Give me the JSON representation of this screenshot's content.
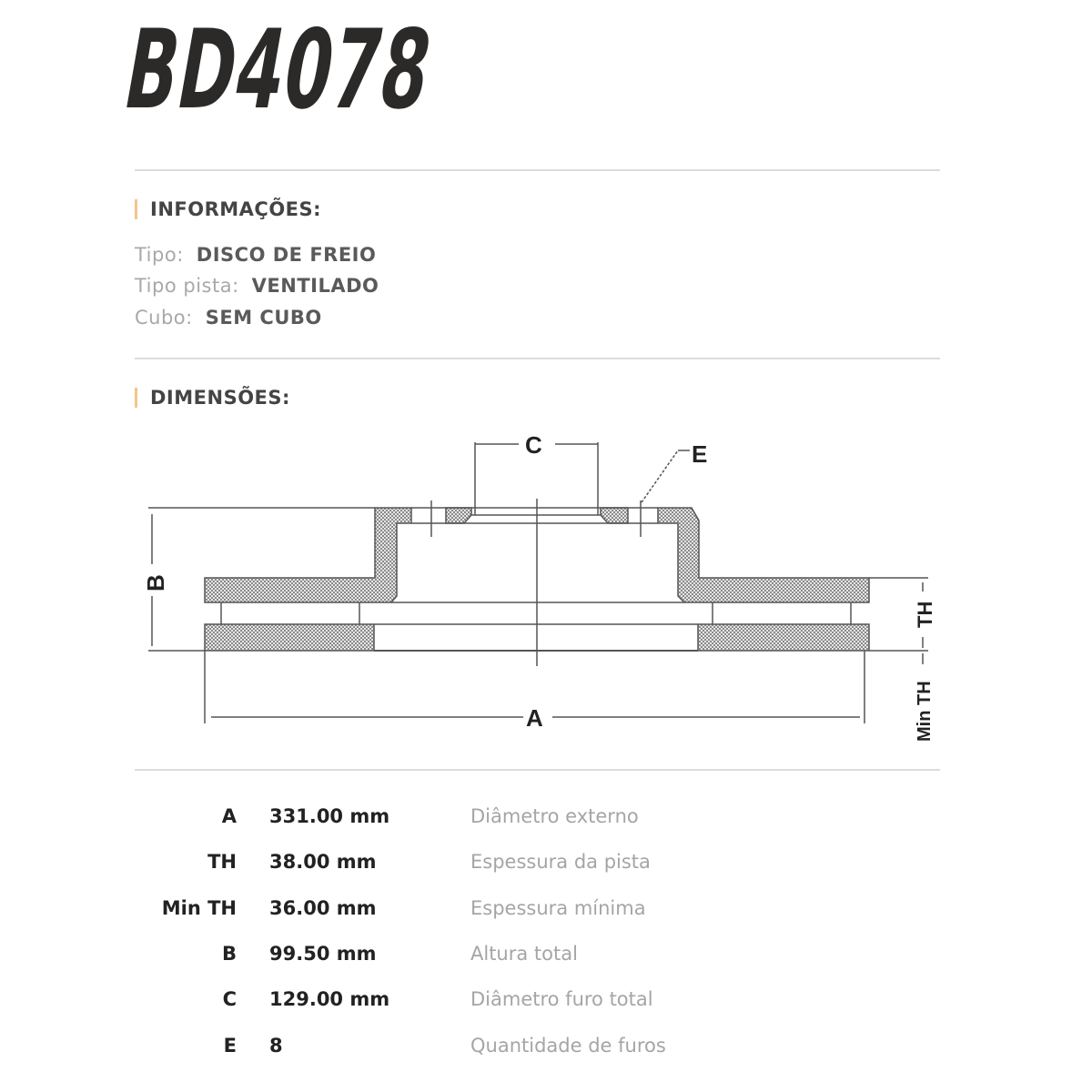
{
  "title": "BD4078",
  "info": {
    "heading": "INFORMAÇÕES:",
    "rows": [
      {
        "label": "Tipo:",
        "value": "DISCO DE FREIO"
      },
      {
        "label": "Tipo pista:",
        "value": "VENTILADO"
      },
      {
        "label": "Cubo:",
        "value": "SEM CUBO"
      }
    ]
  },
  "dimensions": {
    "heading": "DIMENSÕES:",
    "diagram_labels": {
      "A": "A",
      "B": "B",
      "C": "C",
      "E": "E",
      "TH": "TH",
      "MinTH": "Min TH"
    },
    "rows": [
      {
        "code": "A",
        "value": "331.00 mm",
        "description": "Diâmetro externo"
      },
      {
        "code": "TH",
        "value": "38.00 mm",
        "description": "Espessura da pista"
      },
      {
        "code": "Min TH",
        "value": "36.00 mm",
        "description": "Espessura mínima"
      },
      {
        "code": "B",
        "value": "99.50 mm",
        "description": "Altura total"
      },
      {
        "code": "C",
        "value": "129.00 mm",
        "description": "Diâmetro furo total"
      },
      {
        "code": "E",
        "value": "8",
        "description": "Quantidade de furos"
      }
    ]
  },
  "colors": {
    "accent": "#f3c58d",
    "hatch": "#9a9a9a",
    "line": "#555555"
  }
}
